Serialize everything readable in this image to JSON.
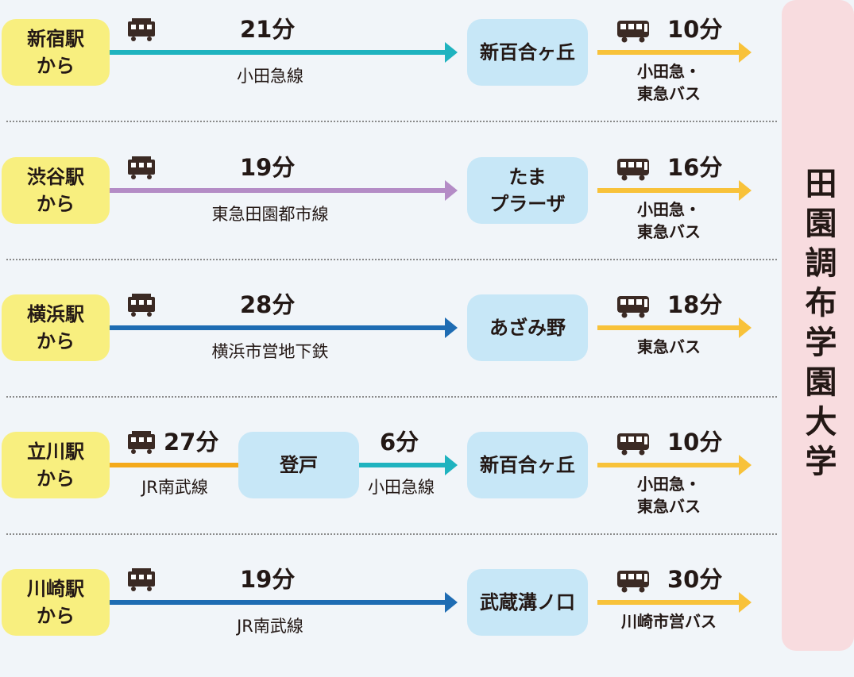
{
  "destination": "田園調布学園大学",
  "colors": {
    "odakyu": "#1fb3bf",
    "denentoshi": "#b48cc6",
    "blue": "#1e6cb3",
    "nambu": "#f4a91b",
    "bus": "#f8c23a",
    "origin_bg": "#f8ef7f",
    "station_bg": "#c7e7f7",
    "destination_bg": "#f8dcdf"
  },
  "icons": {
    "train": "train-icon",
    "bus": "bus-icon"
  },
  "routes": [
    {
      "origin": [
        "新宿駅",
        "から"
      ],
      "train_time": "21分",
      "train_line": "小田急線",
      "station": [
        "新百合ヶ丘"
      ],
      "bus_time": "10分",
      "bus_line": [
        "小田急・",
        "東急バス"
      ]
    },
    {
      "origin": [
        "渋谷駅",
        "から"
      ],
      "train_time": "19分",
      "train_line": "東急田園都市線",
      "station": [
        "たま",
        "プラーザ"
      ],
      "bus_time": "16分",
      "bus_line": [
        "小田急・",
        "東急バス"
      ]
    },
    {
      "origin": [
        "横浜駅",
        "から"
      ],
      "train_time": "28分",
      "train_line": "横浜市営地下鉄",
      "station": [
        "あざみ野"
      ],
      "bus_time": "18分",
      "bus_line": [
        "東急バス"
      ]
    },
    {
      "origin": [
        "立川駅",
        "から"
      ],
      "train_time": "27分",
      "train_line": "JR南武線",
      "transfer_station": "登戸",
      "train2_time": "6分",
      "train2_line": "小田急線",
      "station": [
        "新百合ヶ丘"
      ],
      "bus_time": "10分",
      "bus_line": [
        "小田急・",
        "東急バス"
      ]
    },
    {
      "origin": [
        "川崎駅",
        "から"
      ],
      "train_time": "19分",
      "train_line": "JR南武線",
      "station": [
        "武蔵溝ノ口"
      ],
      "bus_time": "30分",
      "bus_line": [
        "川崎市営バス"
      ]
    }
  ]
}
